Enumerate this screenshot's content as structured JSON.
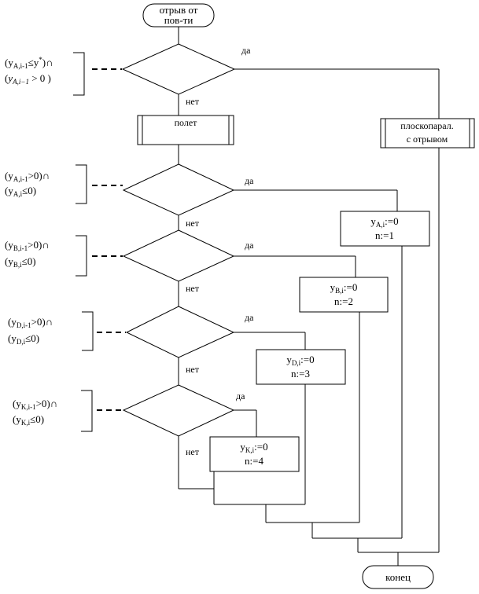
{
  "start": {
    "line1": "отрыв от",
    "line2": "пов-ти"
  },
  "end": {
    "label": "конец"
  },
  "process_flight": {
    "label": "полет"
  },
  "process_plane": {
    "line1": "плоскопарал.",
    "line2": "с отрывом"
  },
  "yes_label": "да",
  "no_label": "нет",
  "cond0": {
    "line1": {
      "a": "(y",
      "sub": "A,i-1",
      "b": "≤y",
      "sup": "*",
      "c": ")∩"
    },
    "line2": {
      "a": "(",
      "b": "y",
      "sub": "A,i−1",
      "c": " > 0 )"
    }
  },
  "cond1": {
    "line1": {
      "a": "(y",
      "sub": "A,i-1",
      "c": ">0)∩"
    },
    "line2": {
      "a": "(y",
      "sub": "A,i",
      "c": "≤0)"
    }
  },
  "cond2": {
    "line1": {
      "a": "(y",
      "sub": "B,i-1",
      "c": ">0)∩"
    },
    "line2": {
      "a": "(y",
      "sub": "B,i",
      "c": "≤0)"
    }
  },
  "cond3": {
    "line1": {
      "a": "(y",
      "sub": "D,i-1",
      "c": ">0)∩"
    },
    "line2": {
      "a": "(y",
      "sub": "D,i",
      "c": "≤0)"
    }
  },
  "cond4": {
    "line1": {
      "a": "(y",
      "sub": "K,i-1",
      "c": ">0)∩"
    },
    "line2": {
      "a": "(y",
      "sub": "K,i",
      "c": "≤0)"
    }
  },
  "assign_a": {
    "line1": {
      "a": "y",
      "sub": "A,i",
      "c": ":=0"
    },
    "line2": "n:=1"
  },
  "assign_b": {
    "line1": {
      "a": "y",
      "sub": "B,i",
      "c": ":=0"
    },
    "line2": "n:=2"
  },
  "assign_d": {
    "line1": {
      "a": "y",
      "sub": "D,i",
      "c": ":=0"
    },
    "line2": "n:=3"
  },
  "assign_k": {
    "line1": {
      "a": "y",
      "sub": "K,i",
      "c": ":=0"
    },
    "line2": "n:=4"
  }
}
